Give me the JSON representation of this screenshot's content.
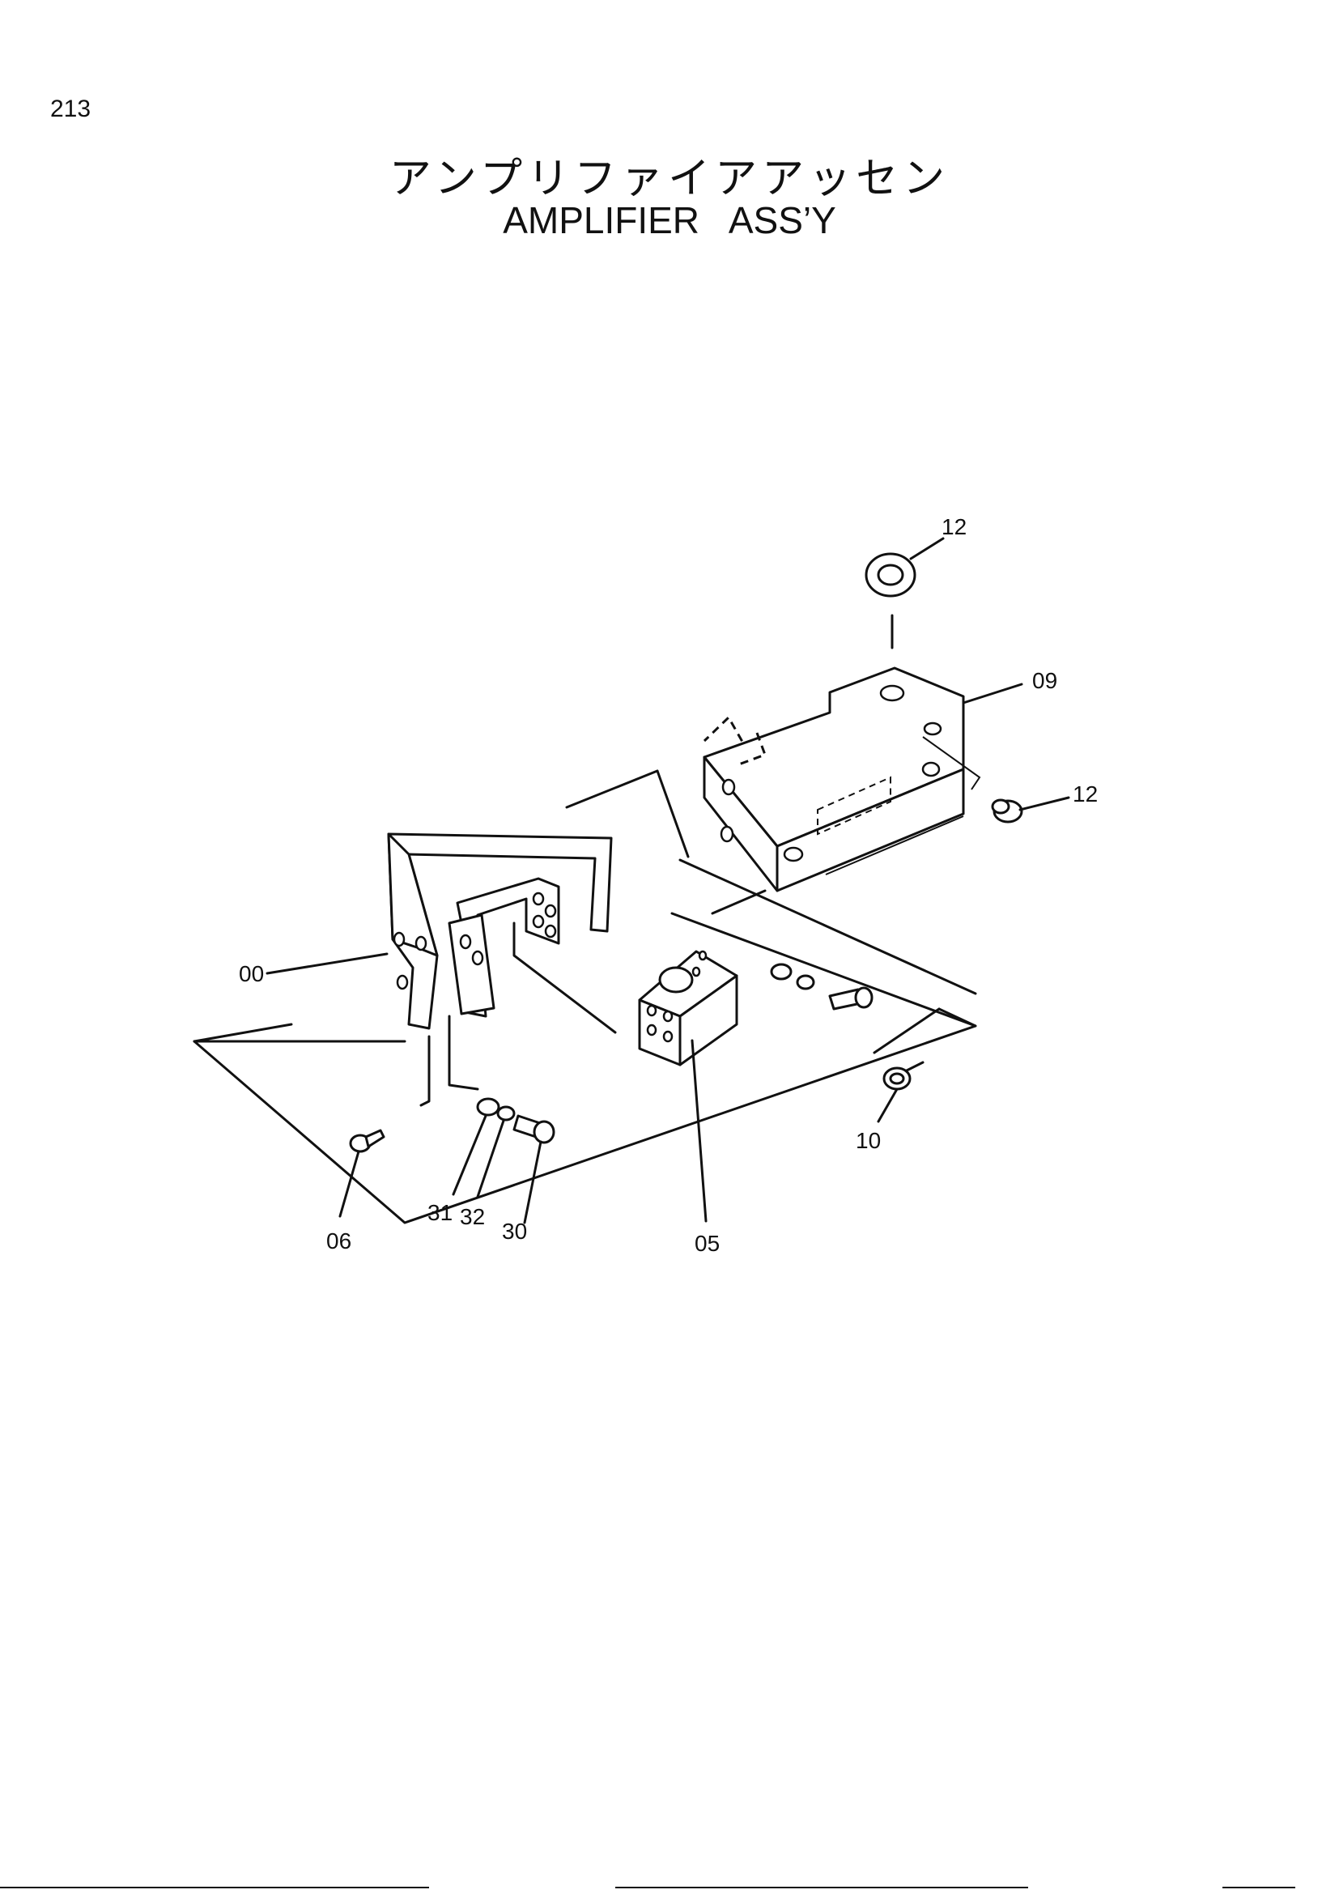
{
  "page": {
    "number": "213"
  },
  "title": {
    "japanese": "アンプリファイアアッセン",
    "english": "AMPLIFIER   ASS’Y"
  },
  "callouts": [
    {
      "id": "12a",
      "label": "12",
      "part": "grommet-ring"
    },
    {
      "id": "09",
      "label": "09",
      "part": "amplifier-housing"
    },
    {
      "id": "12b",
      "label": "12",
      "part": "grommet-plug"
    },
    {
      "id": "00",
      "label": "00",
      "part": "mounting-bracket"
    },
    {
      "id": "05",
      "label": "05",
      "part": "amplifier-block"
    },
    {
      "id": "10",
      "label": "10",
      "part": "screw-with-washer"
    },
    {
      "id": "06",
      "label": "06",
      "part": "tapping-screw"
    },
    {
      "id": "31",
      "label": "31",
      "part": "washer"
    },
    {
      "id": "32",
      "label": "32",
      "part": "lock-washer"
    },
    {
      "id": "30",
      "label": "30",
      "part": "bolt"
    }
  ]
}
